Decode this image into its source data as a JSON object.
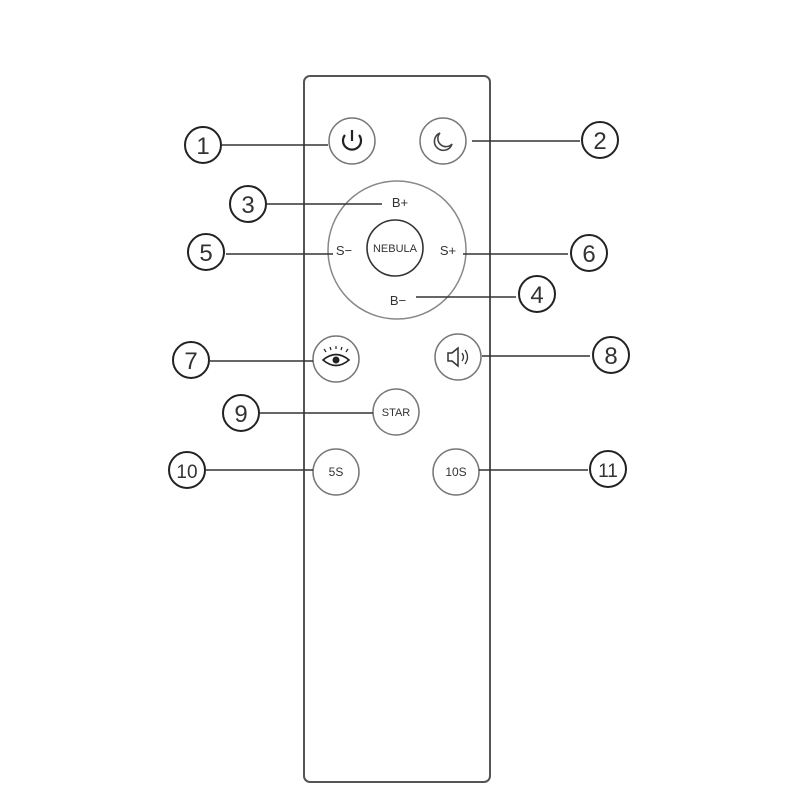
{
  "remote": {
    "buttons": {
      "power": {
        "label": "",
        "icon": "power-icon"
      },
      "timer": {
        "label": "",
        "icon": "moon-icon"
      },
      "brightness_up": {
        "label": "B+"
      },
      "brightness_down": {
        "label": "B−"
      },
      "speed_down": {
        "label": "S−"
      },
      "speed_up": {
        "label": "S+"
      },
      "nebula": {
        "label": "NEBULA"
      },
      "eye": {
        "label": "",
        "icon": "eye-icon"
      },
      "sound": {
        "label": "",
        "icon": "speaker-icon"
      },
      "star": {
        "label": "STAR"
      },
      "five_s": {
        "label": "5S"
      },
      "ten_s": {
        "label": "10S"
      }
    }
  },
  "callouts": [
    "1",
    "2",
    "3",
    "4",
    "5",
    "6",
    "7",
    "8",
    "9",
    "10",
    "11"
  ],
  "colors": {
    "line": "#333333",
    "button_fill": "#ffffff",
    "button_stroke": "#555555"
  }
}
